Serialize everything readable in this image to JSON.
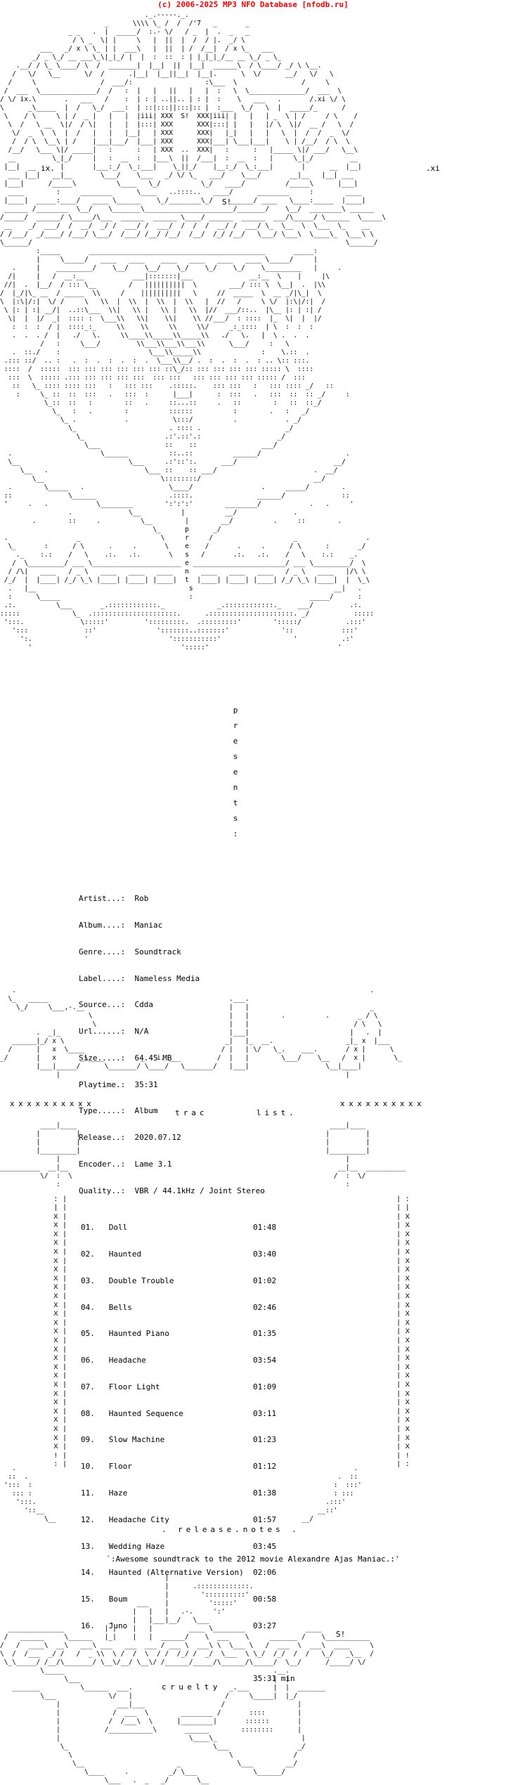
{
  "credit": "(c) 2006-2025 MP3 NFO Database [nfodb.ru]",
  "group_marks": {
    "left": "ix.",
    "right": ".xi",
    "s1": "S!",
    "s2": "S!"
  },
  "presents": [
    "p",
    "r",
    "e",
    "s",
    "e",
    "n",
    "t",
    "s",
    ":"
  ],
  "info": [
    {
      "label": "Artist...:",
      "value": "Rob"
    },
    {
      "label": "Album....:",
      "value": "Maniac"
    },
    {
      "label": "Genre....:",
      "value": "Soundtrack"
    },
    {
      "label": "Label....:",
      "value": "Nameless Media"
    },
    {
      "label": "Source...:",
      "value": "Cdda"
    },
    {
      "label": "Url......:",
      "value": "N/A"
    },
    {
      "label": "Size.....:",
      "value": "64.45 MB"
    },
    {
      "label": "Playtime.:",
      "value": "35:31"
    },
    {
      "label": "Type.....:",
      "value": "Album"
    },
    {
      "label": "Release..:",
      "value": "2020.07.12"
    },
    {
      "label": "Encoder..:",
      "value": "Lame 3.1"
    },
    {
      "label": "Quality..:",
      "value": "VBR / 44.1kHz / Joint Stereo"
    }
  ],
  "tracklist_heading": {
    "a": "trac",
    "b": "list."
  },
  "x_row": "xxxxxxxxxx",
  "tracks": [
    {
      "num": "01.",
      "title": "Doll",
      "time": "01:48"
    },
    {
      "num": "02.",
      "title": "Haunted",
      "time": "03:40"
    },
    {
      "num": "03.",
      "title": "Double Trouble",
      "time": "01:02"
    },
    {
      "num": "04.",
      "title": "Bells",
      "time": "02:46"
    },
    {
      "num": "05.",
      "title": "Haunted Piano",
      "time": "01:35"
    },
    {
      "num": "06.",
      "title": "Headache",
      "time": "03:54"
    },
    {
      "num": "07.",
      "title": "Floor Light",
      "time": "01:09"
    },
    {
      "num": "08.",
      "title": "Haunted Sequence",
      "time": "03:11"
    },
    {
      "num": "09.",
      "title": "Slow Machine",
      "time": "01:23"
    },
    {
      "num": "10.",
      "title": "Floor",
      "time": "01:12"
    },
    {
      "num": "11.",
      "title": "Haze",
      "time": "01:38"
    },
    {
      "num": "12.",
      "title": "Headache City",
      "time": "01:57"
    },
    {
      "num": "13.",
      "title": "Wedding Haze",
      "time": "03:45"
    },
    {
      "num": "14.",
      "title": "Haunted (Alternative Version)",
      "time": "02:06"
    },
    {
      "num": "15.",
      "title": "Boum",
      "time": "00:58"
    },
    {
      "num": "16.",
      "title": "Juno",
      "time": "03:27"
    }
  ],
  "total_time": "35:31 min",
  "release_notes_heading": ". release.notes .",
  "release_notes": "`:Awesome soundtrack to the 2012 movie Alexandre Ajas Maniac.:'",
  "footer": {
    "cruelty": "cruelty"
  }
}
